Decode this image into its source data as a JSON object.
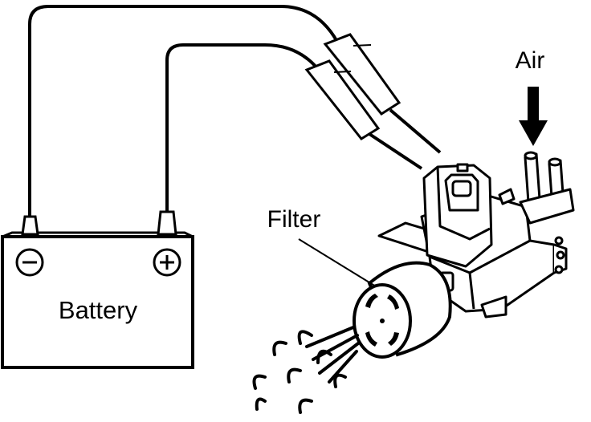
{
  "labels": {
    "air": "Air",
    "filter": "Filter",
    "battery": "Battery"
  },
  "colors": {
    "ink": "#000000",
    "paper": "#ffffff"
  },
  "icons": {
    "negative_terminal": "minus-circle-icon",
    "positive_terminal": "plus-circle-icon",
    "air_direction": "arrow-down-icon"
  }
}
